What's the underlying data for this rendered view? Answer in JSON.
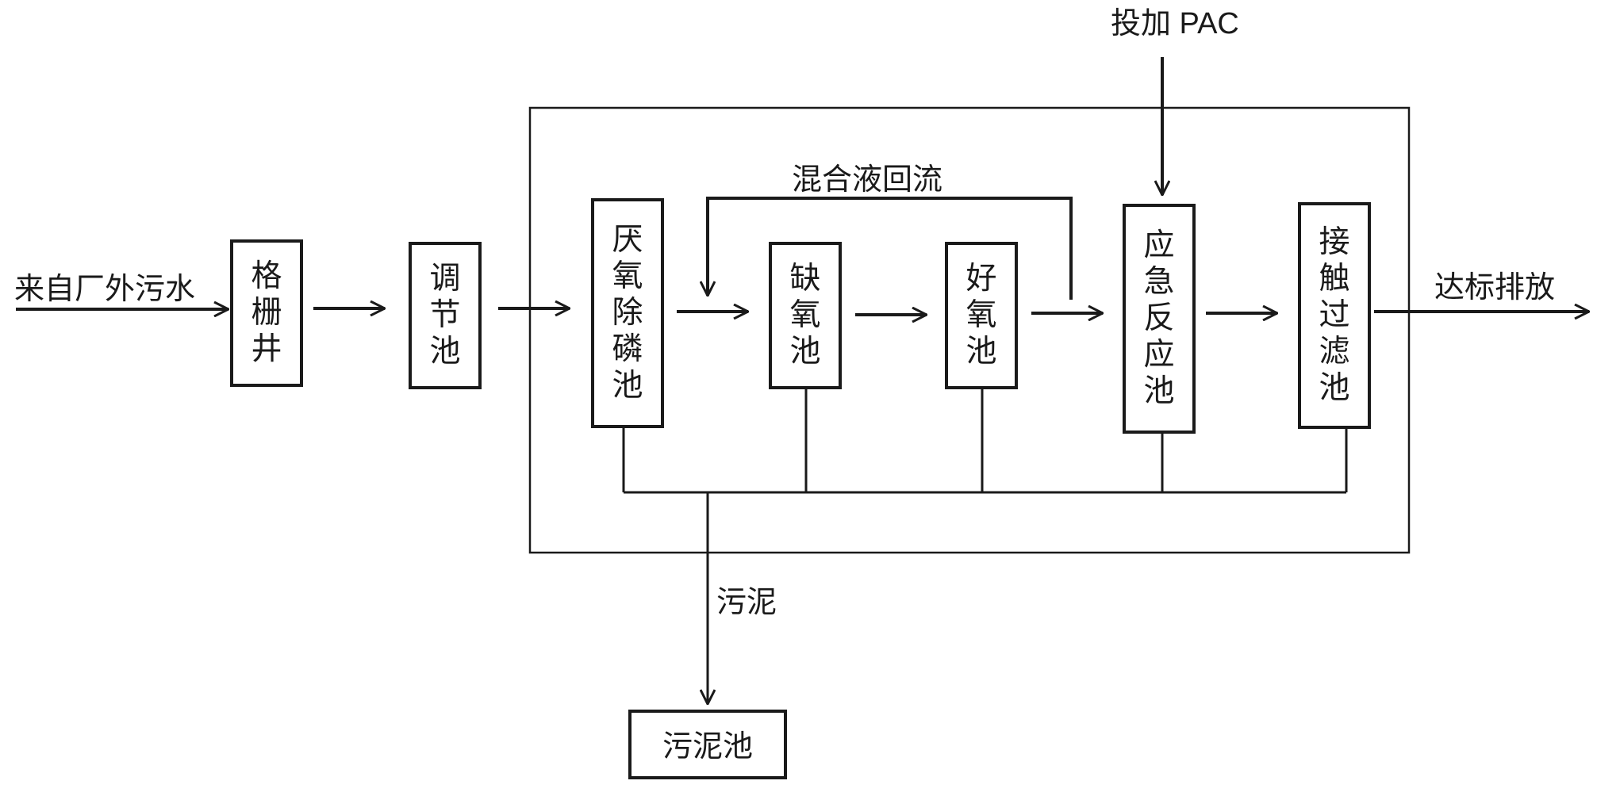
{
  "diagram": {
    "inflow_label": "来自厂外污水",
    "outflow_label": "达标排放",
    "dosing_label": "投加 PAC",
    "recycle_label": "混合液回流",
    "sludge_label": "污泥",
    "sludge_tank_label": "污泥池",
    "units": [
      {
        "id": "grille-well",
        "chars": [
          "格",
          "栅",
          "井"
        ]
      },
      {
        "id": "equalization-tank",
        "chars": [
          "调",
          "节",
          "池"
        ]
      },
      {
        "id": "anaerobic-p-removal-tank",
        "chars": [
          "厌",
          "氧",
          "除",
          "磷",
          "池"
        ]
      },
      {
        "id": "anoxic-tank",
        "chars": [
          "缺",
          "氧",
          "池"
        ]
      },
      {
        "id": "aerobic-tank",
        "chars": [
          "好",
          "氧",
          "池"
        ]
      },
      {
        "id": "emergency-reaction-tank",
        "chars": [
          "应",
          "急",
          "反",
          "应",
          "池"
        ]
      },
      {
        "id": "contact-filter-tank",
        "chars": [
          "接",
          "触",
          "过",
          "滤",
          "池"
        ]
      }
    ]
  }
}
